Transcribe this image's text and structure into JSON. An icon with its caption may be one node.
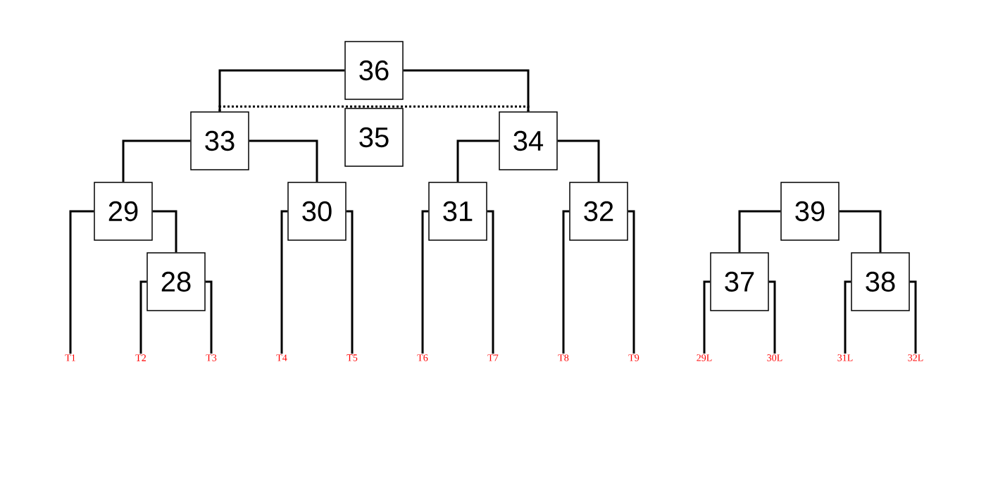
{
  "diagram": {
    "nodes": [
      {
        "text": [
          "36"
        ]
      },
      {
        "text": [
          "35"
        ]
      },
      {
        "text": [
          "33"
        ]
      },
      {
        "text": [
          "34"
        ]
      },
      {
        "text": [
          "29"
        ]
      },
      {
        "text": [
          "30"
        ]
      },
      {
        "text": [
          "31"
        ]
      },
      {
        "text": [
          "32"
        ]
      },
      {
        "text": [
          "39"
        ]
      },
      {
        "text": [
          "28"
        ]
      },
      {
        "text": [
          "37"
        ]
      },
      {
        "text": [
          "38"
        ]
      },
      {
        "text": [
          "T1"
        ]
      },
      {
        "text": [
          "T2"
        ]
      },
      {
        "text": [
          "T3"
        ]
      },
      {
        "text": [
          "T4"
        ]
      },
      {
        "text": [
          "T5"
        ]
      },
      {
        "text": [
          "T6"
        ]
      },
      {
        "text": [
          "T7"
        ]
      },
      {
        "text": [
          "T8"
        ]
      },
      {
        "text": [
          "T9"
        ]
      },
      {
        "text": [
          "29L"
        ]
      },
      {
        "text": [
          "30L"
        ]
      },
      {
        "text": [
          "31L"
        ]
      },
      {
        "text": [
          "32L"
        ]
      }
    ],
    "edges": [
      {
        "from": 0,
        "to": 2,
        "arrow": "none"
      },
      {
        "from": 0,
        "to": 3,
        "arrow": "none"
      },
      {
        "from": 2,
        "to": 3,
        "arrow": "none",
        "style": "dashed"
      },
      {
        "from": 2,
        "to": 4,
        "arrow": "none"
      },
      {
        "from": 2,
        "to": 5,
        "arrow": "none"
      },
      {
        "from": 3,
        "to": 6,
        "arrow": "none"
      },
      {
        "from": 3,
        "to": 7,
        "arrow": "none"
      },
      {
        "from": 4,
        "to": 12,
        "arrow": "none"
      },
      {
        "from": 4,
        "to": 9,
        "arrow": "none"
      },
      {
        "from": 9,
        "to": 13,
        "arrow": "none"
      },
      {
        "from": 9,
        "to": 14,
        "arrow": "none"
      },
      {
        "from": 5,
        "to": 15,
        "arrow": "none"
      },
      {
        "from": 5,
        "to": 16,
        "arrow": "none"
      },
      {
        "from": 6,
        "to": 17,
        "arrow": "none"
      },
      {
        "from": 6,
        "to": 18,
        "arrow": "none"
      },
      {
        "from": 7,
        "to": 19,
        "arrow": "none"
      },
      {
        "from": 7,
        "to": 20,
        "arrow": "none"
      },
      {
        "from": 8,
        "to": 10,
        "arrow": "none"
      },
      {
        "from": 8,
        "to": 11,
        "arrow": "none"
      },
      {
        "from": 10,
        "to": 21,
        "arrow": "none"
      },
      {
        "from": 10,
        "to": 22,
        "arrow": "none"
      },
      {
        "from": 11,
        "to": 23,
        "arrow": "none"
      },
      {
        "from": 11,
        "to": 24,
        "arrow": "none"
      }
    ]
  }
}
